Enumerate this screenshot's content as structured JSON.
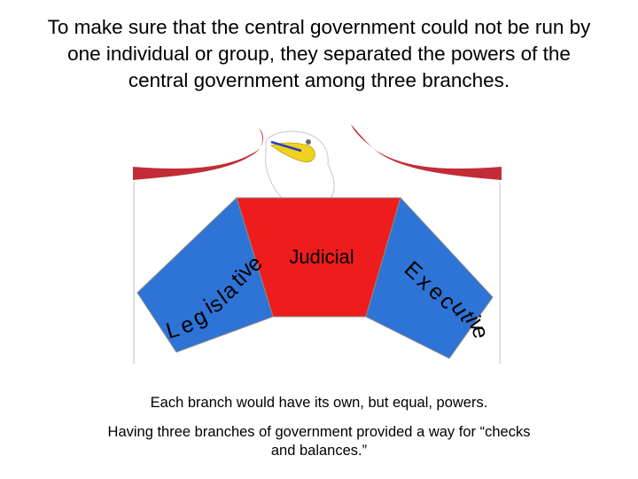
{
  "title_lines": [
    "To make sure that the central government could not be run by",
    "one individual or group, they separated the powers of the",
    "central government among three branches."
  ],
  "branches": {
    "judicial": "Judicial",
    "legislative": [
      "L",
      "e",
      "g",
      "i",
      "s",
      "l",
      "a",
      "t",
      "i",
      "v",
      "e"
    ],
    "executive": [
      "E",
      "x",
      "e",
      "c",
      "u",
      "t",
      "i",
      "v",
      "e"
    ]
  },
  "captions": {
    "line1": "Each branch would have its own, but equal, powers.",
    "line2": [
      "Having three branches of government provided a way for “checks",
      "and balances.”"
    ]
  },
  "colors": {
    "judicial": "#ee1c1c",
    "legislative": "#2e73d6",
    "executive": "#2e73d6",
    "eagle_wings": "#c22c36",
    "beak": "#f0d11e"
  },
  "icons": {
    "eagle": "eagle-icon"
  }
}
